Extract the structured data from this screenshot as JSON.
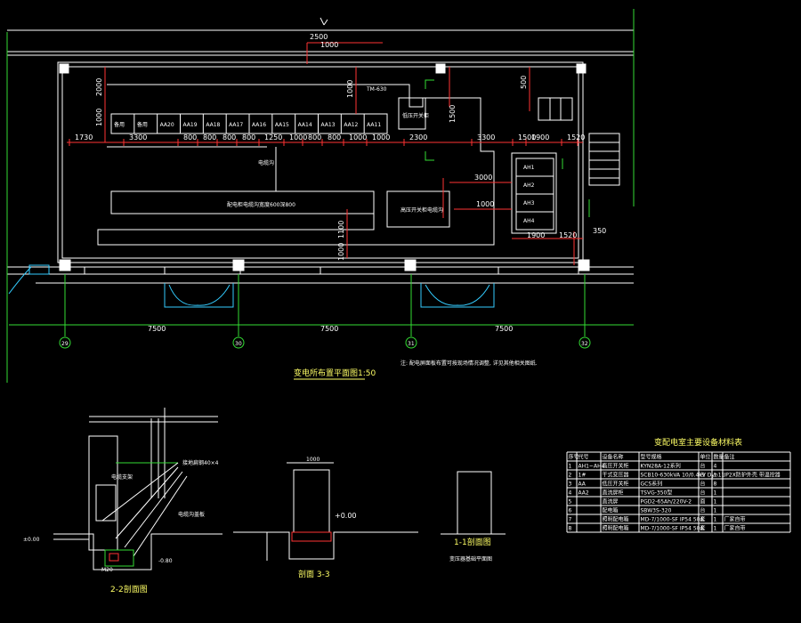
{
  "plan": {
    "title": "变电所布置平面图1:50",
    "note": "注: 配电屏面板布置可按现场情况调整, 详见其他相关图纸.",
    "top_dims": [
      "2500",
      "1000"
    ],
    "panels": [
      "备用",
      "备用",
      "AA20",
      "AA19",
      "AA18",
      "AA17",
      "AA16",
      "AA15",
      "AA14",
      "AA13",
      "AA12",
      "AA11"
    ],
    "dims_row": [
      "1730",
      "3300",
      "800",
      "800",
      "800",
      "800",
      "1250",
      "1000",
      "800",
      "800",
      "1000",
      "1000",
      "2300",
      "3300",
      "1500",
      "1900",
      "1520"
    ],
    "left_vertical_dims": [
      "2000",
      "1000"
    ],
    "mid_vertical_dims": [
      "1000",
      "1100",
      "1000",
      "500",
      "1500"
    ],
    "right_panels": [
      "AH1",
      "AH2",
      "AH3",
      "AH4"
    ],
    "right_dims": [
      "3000",
      "1000",
      "1900",
      "1520",
      "350"
    ],
    "transformer_label": "TM-630",
    "cable_trench_label": "电缆沟",
    "cabinet_label": "低压开关柜",
    "duct_label_left": "配电柜电缆沟宽度600深800",
    "duct_label_right": "高压开关柜电缆沟",
    "axis_labels": [
      "29",
      "30",
      "31",
      "32"
    ],
    "axis_dims": [
      "7500",
      "7500",
      "7500"
    ]
  },
  "section_left": {
    "title": "2-2剖面图",
    "level": "±0.00",
    "labels": [
      "电缆支架",
      "接地扁钢40×4",
      "电缆沟盖板",
      "-0.80",
      "M20"
    ]
  },
  "section_mid": {
    "title": "剖面 3-3",
    "level": "+0.00",
    "top_dim": "1000"
  },
  "section_right": {
    "title": "1-1剖面图",
    "subtitle": "变压器基础平面图"
  },
  "table": {
    "title": "变配电室主要设备材料表",
    "headers": [
      "序号",
      "代号",
      "设备名称",
      "型号规格",
      "单位",
      "数量",
      "备注"
    ],
    "rows": [
      [
        "1",
        "AH1~AH4",
        "高压开关柜",
        "KYN28A-12系列",
        "台",
        "4",
        ""
      ],
      [
        "2",
        "1#",
        "干式变压器",
        "SCB10-630kVA 10/0.4kV Dyn11",
        "台",
        "1",
        "IP2X防护外壳 带温控器"
      ],
      [
        "3",
        "AA",
        "低压开关柜",
        "GCS系列",
        "台",
        "8",
        ""
      ],
      [
        "4",
        "AA2",
        "直流屏柜",
        "TSVG-350型",
        "台",
        "1",
        ""
      ],
      [
        "5",
        "",
        "直流屏",
        "PGD2-65Ah/220V-2",
        "面",
        "1",
        ""
      ],
      [
        "6",
        "",
        "配电箱",
        "SBW3S-320",
        "台",
        "1",
        ""
      ],
      [
        "7",
        "",
        "照明配电箱",
        "MD-7/1000-SF IP54 50A",
        "套",
        "1",
        "厂家自带"
      ],
      [
        "8",
        "",
        "照明配电箱",
        "MD-7/1000-SF IP54 50A",
        "套",
        "1",
        "厂家自带"
      ]
    ]
  },
  "colors": {
    "wall": "#ffffff",
    "dimension": "#ff3333",
    "grid": "#33dd33",
    "door": "#33ccff",
    "title": "#ffff66"
  }
}
